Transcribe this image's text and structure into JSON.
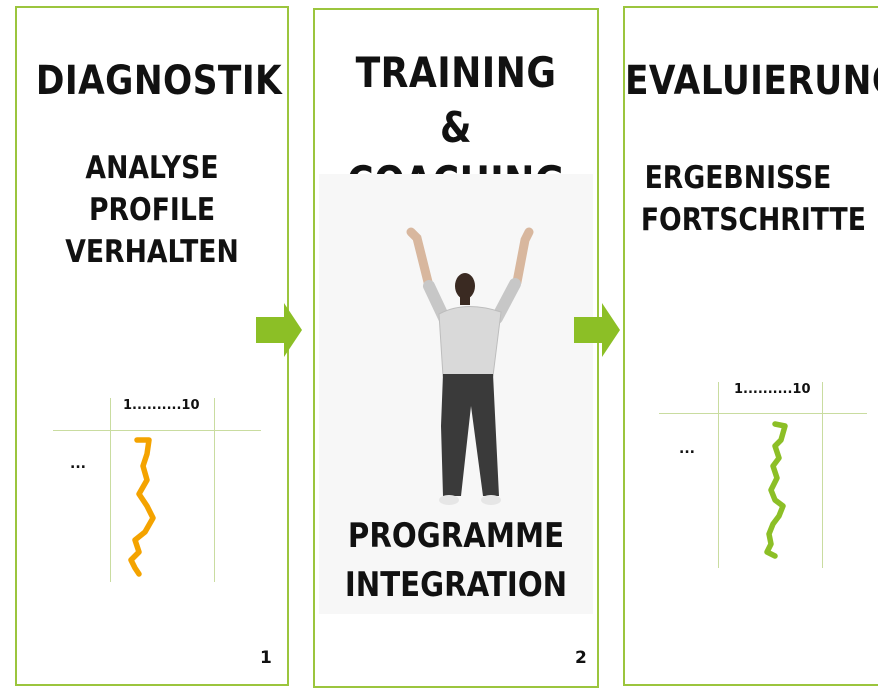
{
  "colors": {
    "border": "#9bc53d",
    "arrow": "#8cbf26",
    "line_orange": "#f4a300",
    "line_green": "#8cbf26"
  },
  "panels": [
    {
      "title_lines": [
        "DIAGNOSTIK"
      ],
      "subtitle_lines": [
        "ANALYSE",
        "PROFILE",
        "VERHALTEN"
      ],
      "scale_label": "1..........10",
      "row_label": "...",
      "page_number": "1"
    },
    {
      "title_lines": [
        "TRAINING",
        "& COACHING"
      ],
      "subtitle_lines": [
        "PROGRAMME",
        "INTEGRATION"
      ],
      "image_icon": "person-arms-raised",
      "page_number": "2"
    },
    {
      "title_lines": [
        "EVALUIERUNG"
      ],
      "subtitle_lines": [
        "ERGEBNISSE",
        "FORTSCHRITTE"
      ],
      "scale_label": "1..........10",
      "row_label": "..."
    }
  ],
  "arrow_icon": "arrow-right-icon"
}
